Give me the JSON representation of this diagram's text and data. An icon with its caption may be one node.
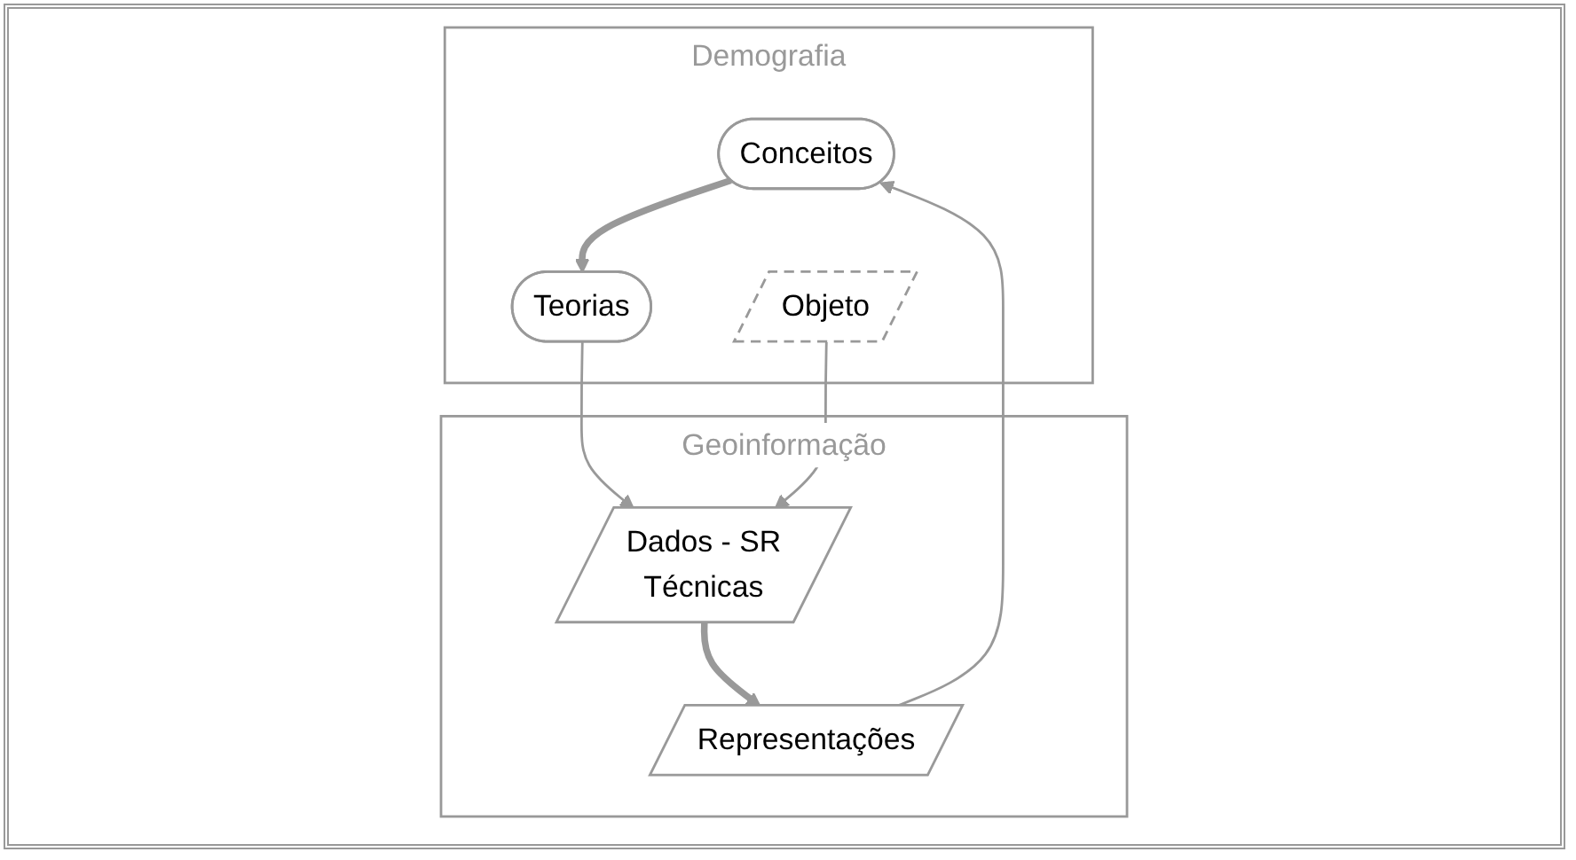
{
  "diagram": {
    "nodes": [
      {
        "text": [
          "Demografia"
        ]
      },
      {
        "text": [
          "Conceitos"
        ],
        "in": 0
      },
      {
        "text": [
          "Teorias"
        ],
        "in": 0
      },
      {
        "text": [
          "Objeto"
        ],
        "in": 0
      },
      {
        "text": [
          "Geoinformação"
        ]
      },
      {
        "text": [
          "Representações"
        ],
        "in": 4
      },
      {
        "text": [
          "Dados - SR",
          "Técnicas"
        ],
        "in": 4
      }
    ],
    "edges": [
      {
        "from": 1,
        "to": 2,
        "arrow": "to",
        "style": "thick"
      },
      {
        "from": 2,
        "to": 6,
        "arrow": "to"
      },
      {
        "from": 3,
        "to": 6,
        "arrow": "to"
      },
      {
        "from": 5,
        "to": 1,
        "arrow": "to"
      },
      {
        "from": 6,
        "to": 5,
        "arrow": "to",
        "style": "thick"
      }
    ]
  }
}
